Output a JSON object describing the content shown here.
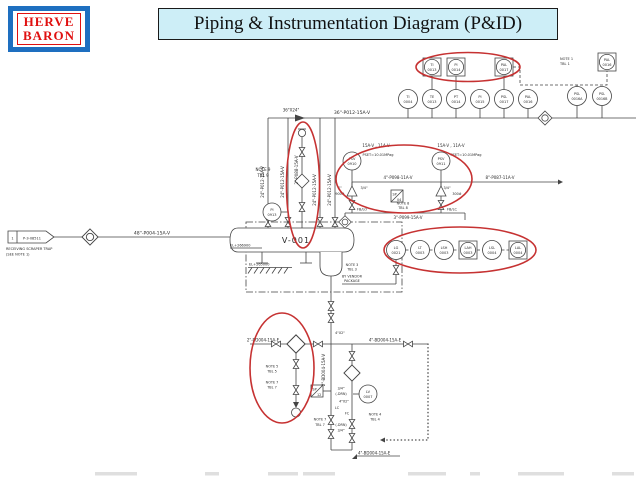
{
  "logo": {
    "line1": "HERVE",
    "line2": "BARON"
  },
  "title": {
    "text": "Piping & Instrumentation Diagram (P&ID)"
  },
  "colors": {
    "accent_red": "#c63232",
    "title_bg": "#cdeef7",
    "logo_blue": "#1e6fc0",
    "logo_red": "#e01010",
    "ink": "#444444"
  },
  "connector": {
    "num": "1",
    "tag": "P-3-08511",
    "desc1": "RECEIVING SCRAPER TRAP",
    "desc2": "(SEE NOTE 1)"
  },
  "pipes": {
    "main48": "48\"-P004-15A-V",
    "header36": "36\"-P012-15A-V",
    "reducer": "36\"X24\"",
    "riser24": "24\"-P012-15A-V",
    "line2": "2\"-P088-15A-V",
    "psv_out4": "4\"-P098-11A-V",
    "psv_out8": "8\"-P087-11A-V",
    "header3": "3\"-P099-15A-V",
    "spec_break": "15A-V , 11A-V",
    "bd2": "2\"-BD004-15A-E",
    "bd4a": "4\"-BD004-15A-E",
    "bd4b": "4\"-BD004-15A-E",
    "bdv": "2\"-BD004-15A-V"
  },
  "psv": {
    "set1": "PSET=10.01MPag",
    "set2": "PSET=10.01MPag"
  },
  "elev": {
    "e1": "EL+266900",
    "e2": "EL+265000"
  },
  "vessel": {
    "tag": "V-001"
  },
  "notes": {
    "n1a": "NOTE 1",
    "n1b": "TBL 1",
    "n3a": "NOTE 3",
    "n3b": "TBL 3",
    "n4a": "NOTE 4",
    "n4b": "TBL 4",
    "n5a": "NOTE 5",
    "n5b": "TBL 5",
    "n7a": "NOTE 7",
    "n7b": "TBL 7",
    "n8a": "NOTE 8",
    "n8b": "TBL 8",
    "n9a": "NOTE 9",
    "n9b": "TBL 9",
    "vendor1": "BY VENDOR",
    "vendor2": "PACKAGE"
  },
  "small": {
    "in1": "1\"",
    "lb900": "900#",
    "lb300": "300#",
    "q34": "3/4\"",
    "fblo": "FB/LO",
    "fblc": "FB/LC",
    "lc": "LC",
    "fc": "FC",
    "drn": "(-DRN)",
    "x42": "4\"X2\""
  },
  "inst": {
    "squares": [
      {
        "l1": "TI",
        "l2": "0013"
      },
      {
        "l1": "PI",
        "l2": "0014"
      },
      {
        "l1": "PAL",
        "l2": "0017"
      }
    ],
    "row": [
      {
        "l1": "TI",
        "l2": "0004"
      },
      {
        "l1": "TE",
        "l2": "0013"
      },
      {
        "l1": "PT",
        "l2": "0014"
      },
      {
        "l1": "PI",
        "l2": "0015"
      },
      {
        "l1": "PSL",
        "l2": "0017"
      },
      {
        "l1": "PAL",
        "l2": "0016"
      }
    ],
    "pal_top": {
      "l1": "PAL",
      "l2": "0016"
    },
    "psl_a": {
      "l1": "PSL",
      "l2": "0016A"
    },
    "psl_b": {
      "l1": "PSL",
      "l2": "0016B"
    },
    "level": [
      {
        "l1": "LG",
        "l2": "0021"
      },
      {
        "l1": "LT",
        "l2": "0003"
      },
      {
        "l1": "LSH",
        "l2": "0003"
      },
      {
        "l1": "LAH",
        "l2": "0003"
      },
      {
        "l1": "LSL",
        "l2": "0004"
      },
      {
        "l1": "LAL",
        "l2": "0004"
      }
    ],
    "psv1": {
      "l1": "PSV",
      "l2": "0910"
    },
    "psv2": {
      "l1": "PSV",
      "l2": "0911"
    },
    "pi913": {
      "l1": "PI",
      "l2": "0913"
    },
    "lv": {
      "l1": "LV",
      "l2": "0007"
    },
    "sp1": {
      "l1": "SP",
      "l2": "04"
    },
    "sp2": {
      "l1": "SP",
      "l2": "12"
    }
  }
}
